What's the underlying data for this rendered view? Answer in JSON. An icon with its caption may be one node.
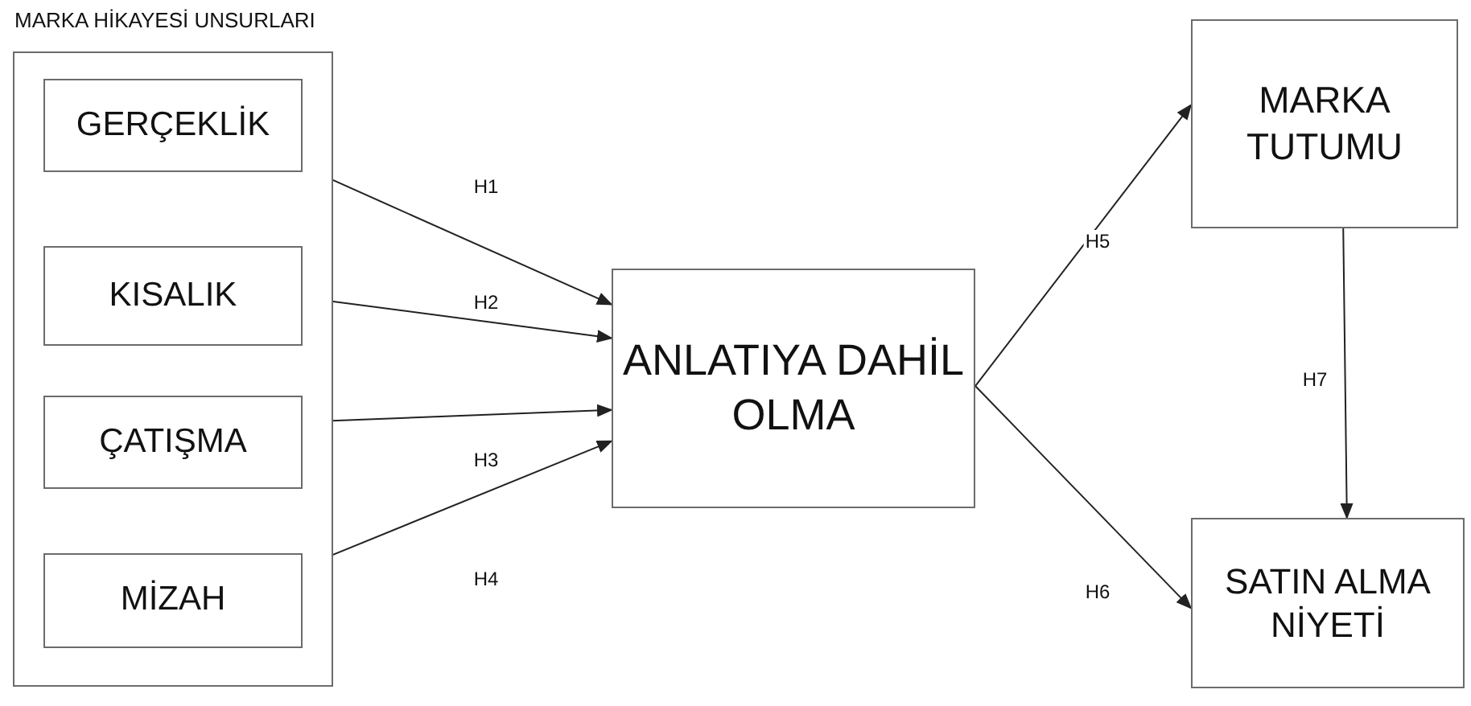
{
  "diagram": {
    "nodes": [
      {
        "text": [
          "MARKA HİKAYESİ UNSURLARI"
        ]
      },
      {
        "text": [
          "GERÇEKLİK"
        ],
        "in": 0
      },
      {
        "text": [
          "KISALIK"
        ],
        "in": 0
      },
      {
        "text": [
          "ÇATIŞMA"
        ],
        "in": 0
      },
      {
        "text": [
          "MİZAH"
        ],
        "in": 0
      },
      {
        "text": [
          "ANLATIYA DAHİL OLMA"
        ]
      },
      {
        "text": [
          "MARKA TUTUMU"
        ]
      },
      {
        "text": [
          "SATIN ALMA NİYETİ"
        ]
      }
    ],
    "edges": [
      {
        "from": 1,
        "to": 5,
        "arrow": "to",
        "label": "H1"
      },
      {
        "from": 2,
        "to": 5,
        "arrow": "to",
        "label": "H2"
      },
      {
        "from": 3,
        "to": 5,
        "arrow": "to",
        "label": "H3"
      },
      {
        "from": 4,
        "to": 5,
        "arrow": "to",
        "label": "H4"
      },
      {
        "from": 5,
        "to": 6,
        "arrow": "to",
        "label": "H5"
      },
      {
        "from": 5,
        "to": 7,
        "arrow": "to",
        "label": "H6"
      },
      {
        "from": 6,
        "to": 7,
        "arrow": "to",
        "label": "H7"
      }
    ]
  }
}
